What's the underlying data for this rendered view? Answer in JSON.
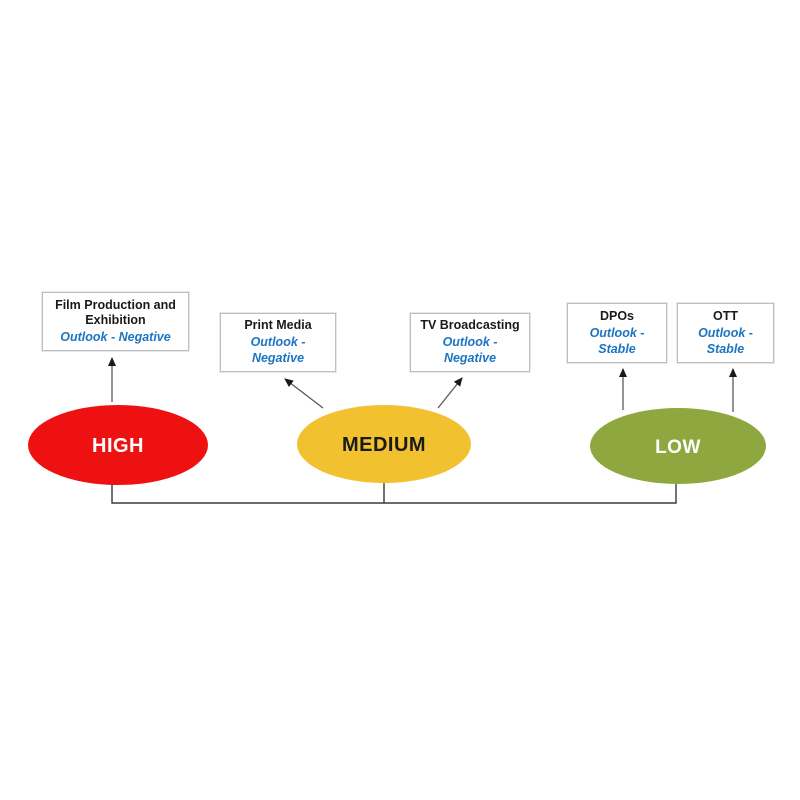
{
  "palette": {
    "background": "#FFFFFF",
    "box_border": "#BFBFBF",
    "box_background": "#FFFFFF",
    "title_text": "#1A1A1A",
    "outlook_text": "#1B75C0",
    "connector_line": "#3A3A3A",
    "arrow_line": "#5A5A5A",
    "arrowhead": "#1A1A1A"
  },
  "groups": [
    {
      "level": "HIGH",
      "color": "#EE1111",
      "label_color": "#FFFFFF",
      "items": [
        {
          "name": "Film Production and Exhibition",
          "outlook": "Outlook - Negative"
        }
      ]
    },
    {
      "level": "MEDIUM",
      "color": "#F2C12F",
      "label_color": "#1A1A1A",
      "items": [
        {
          "name": "Print Media",
          "outlook": "Outlook - Negative"
        },
        {
          "name": "TV Broadcasting",
          "outlook": "Outlook - Negative"
        }
      ]
    },
    {
      "level": "LOW",
      "color": "#8EA83F",
      "label_color": "#FFFFFF",
      "items": [
        {
          "name": "DPOs",
          "outlook": "Outlook - Stable"
        },
        {
          "name": "OTT",
          "outlook": "Outlook - Stable"
        }
      ]
    }
  ]
}
